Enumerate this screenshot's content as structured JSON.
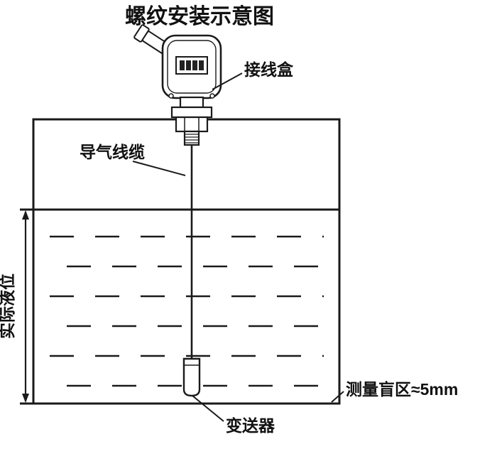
{
  "title": "螺纹安装示意图",
  "labels": {
    "junction_box": "接线盒",
    "air_cable": "导气线缆",
    "actual_level": "实际液位",
    "blind_zone": "测量盲区≈5mm",
    "transmitter": "变送器"
  },
  "colors": {
    "line": "#1a1a1a",
    "background": "#ffffff",
    "lcd_digit": "#222222"
  }
}
